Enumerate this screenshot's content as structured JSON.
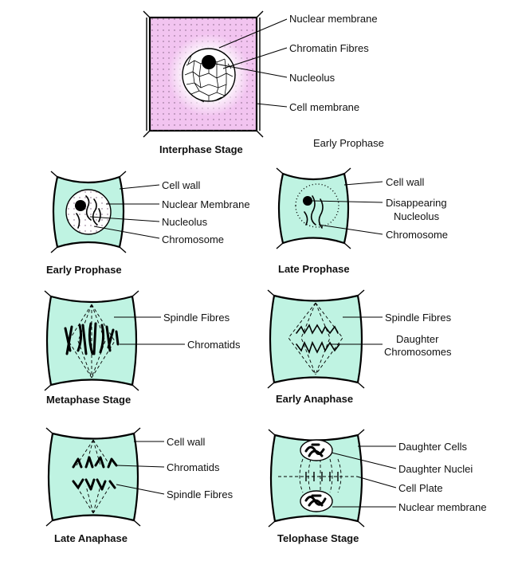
{
  "colors": {
    "cell_fill": "#bff3e2",
    "interphase_fill": "#f2c4f0",
    "outline": "#000000"
  },
  "panels": {
    "interphase": {
      "title": "Interphase Stage",
      "labels": [
        "Nuclear membrane",
        "Chromatin Fibres",
        "Nucleolus",
        "Cell membrane"
      ]
    },
    "floating_text": "Early Prophase",
    "early_prophase": {
      "title": "Early Prophase",
      "labels": [
        "Cell wall",
        "Nuclear Membrane",
        "Nucleolus",
        "Chromosome"
      ]
    },
    "late_prophase": {
      "title": "Late Prophase",
      "labels": [
        "Cell wall",
        "Disappearing",
        "Nucleolus",
        "Chromosome"
      ]
    },
    "metaphase": {
      "title": "Metaphase Stage",
      "labels": [
        "Spindle Fibres",
        "Chromatids"
      ]
    },
    "early_anaphase": {
      "title": "Early Anaphase",
      "labels": [
        "Spindle Fibres",
        "Daughter",
        "Chromosomes"
      ]
    },
    "late_anaphase": {
      "title": "Late Anaphase",
      "labels": [
        "Cell wall",
        "Chromatids",
        "Spindle Fibres"
      ]
    },
    "telophase": {
      "title": "Telophase Stage",
      "labels": [
        "Daughter Cells",
        "Daughter Nuclei",
        "Cell Plate",
        "Nuclear membrane"
      ]
    }
  }
}
